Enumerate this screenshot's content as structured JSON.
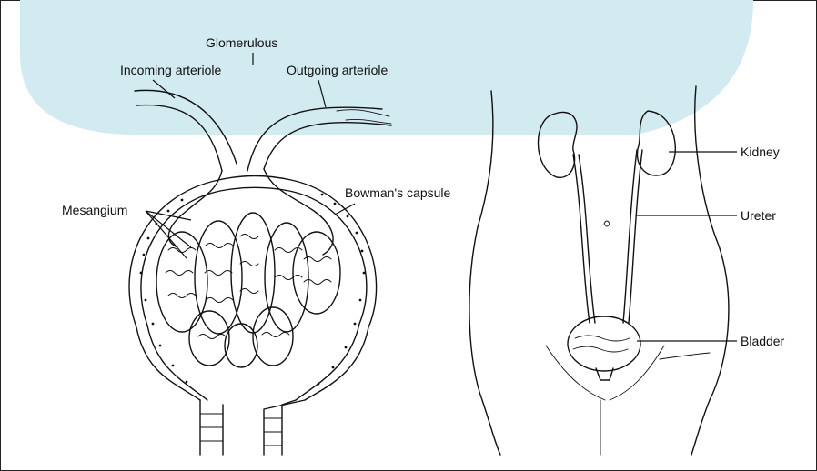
{
  "colors": {
    "highlight": "#d2ebf1",
    "ink": "#111111",
    "background": "#ffffff"
  },
  "glomerulus": {
    "glomerulous": "Glomerulous",
    "incoming_arteriole": "Incoming arteriole",
    "outgoing_arteriole": "Outgoing arteriole",
    "mesangium": "Mesangium",
    "bowmans_capsule": "Bowman's capsule"
  },
  "urinary_system": {
    "kidney": "Kidney",
    "ureter": "Ureter",
    "bladder": "Bladder"
  }
}
